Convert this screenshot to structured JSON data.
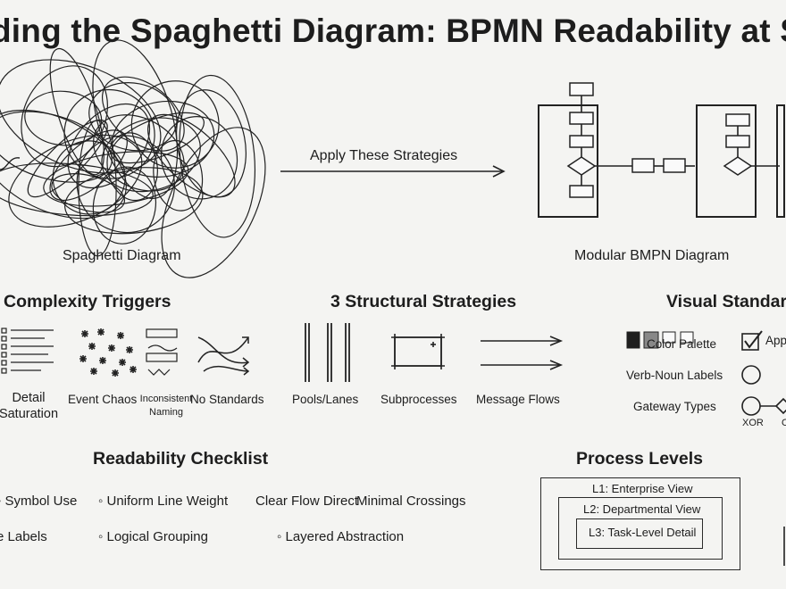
{
  "title": "ding the Spaghetti Diagram: BPMN Readability at S",
  "top": {
    "spaghetti_label": "Spaghetti Diagram",
    "arrow_label": "Apply These Strategies",
    "modular_label": "Modular BMPN Diagram"
  },
  "complexity": {
    "heading": "Complexity Triggers",
    "items": [
      {
        "line1": "Detail",
        "line2": "Saturation",
        "icon": "list-icon"
      },
      {
        "line1": "Event Chaos",
        "icon": "scattered-events-icon"
      },
      {
        "line1": "Inconsistent",
        "line2": "Naming",
        "icon": "mixed-shapes-icon"
      },
      {
        "line1": "No Standards",
        "icon": "tangled-arrows-icon"
      }
    ]
  },
  "strategies": {
    "heading": "3 Structural Strategies",
    "items": [
      {
        "label": "Pools/Lanes",
        "icon": "lanes-icon"
      },
      {
        "label": "Subprocesses",
        "icon": "collapsed-subprocess-icon"
      },
      {
        "label": "Message Flows",
        "icon": "message-flow-arrows-icon"
      }
    ]
  },
  "visual": {
    "heading": "Visual Standar",
    "color_palette": "Color Palette",
    "app": "App",
    "verb_noun": "Verb-Noun Labels",
    "gateway_types": "Gateway Types",
    "xor": "XOR",
    "o": "O"
  },
  "checklist": {
    "heading": "Readability Checklist",
    "row1": [
      "Symbol Use",
      "Uniform Line Weight",
      "Clear Flow Direct",
      "Minimal Crossings"
    ],
    "row2": [
      "e Labels",
      "Logical Grouping",
      "Layered Abstraction"
    ]
  },
  "levels": {
    "heading": "Process Levels",
    "l1": "L1: Enterprise View",
    "l2": "L2: Departmental View",
    "l3": "L3: Task-Level Detail"
  }
}
